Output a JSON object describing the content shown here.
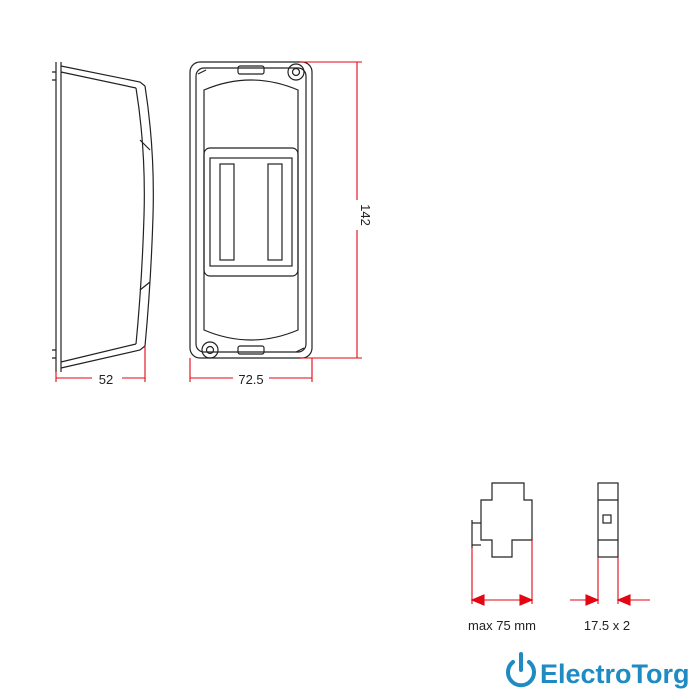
{
  "dimensions": {
    "depth": "52",
    "width": "72.5",
    "height": "142",
    "module_depth": "max 75 mm",
    "module_width": "17.5 x 2"
  },
  "brand": {
    "name": "ElectroTorg",
    "color": "#1e8bc3"
  },
  "colors": {
    "dimension_line": "#e30613",
    "outline": "#222222"
  },
  "icons": [
    "power-icon"
  ]
}
